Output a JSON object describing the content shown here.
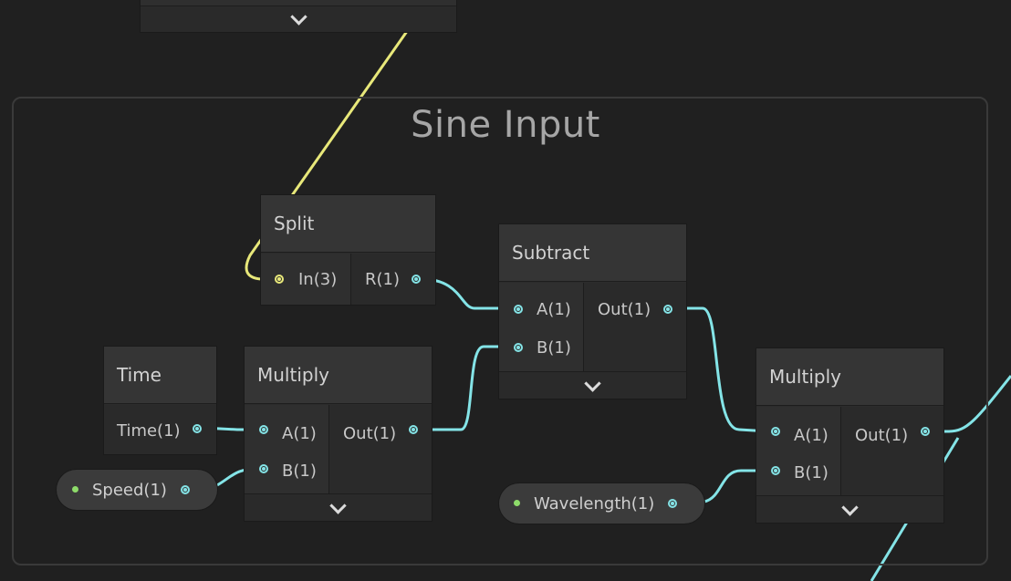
{
  "group": {
    "title": "Sine Input"
  },
  "nodes": {
    "split": {
      "title": "Split",
      "input": "In(3)",
      "output": "R(1)"
    },
    "subtract": {
      "title": "Subtract",
      "input_a": "A(1)",
      "input_b": "B(1)",
      "output": "Out(1)"
    },
    "time": {
      "title": "Time",
      "output": "Time(1)"
    },
    "multiply_left": {
      "title": "Multiply",
      "input_a": "A(1)",
      "input_b": "B(1)",
      "output": "Out(1)"
    },
    "multiply_right": {
      "title": "Multiply",
      "input_a": "A(1)",
      "input_b": "B(1)",
      "output": "Out(1)"
    }
  },
  "properties": {
    "speed": {
      "label": "Speed(1)"
    },
    "wavelength": {
      "label": "Wavelength(1)"
    }
  },
  "colors": {
    "vector1_wire": "#84e4e7",
    "vector3_wire": "#e8e87a",
    "property_dot": "#8edc6a"
  },
  "icons": {
    "collapse": "chevron-down-icon",
    "port": "port-icon"
  }
}
